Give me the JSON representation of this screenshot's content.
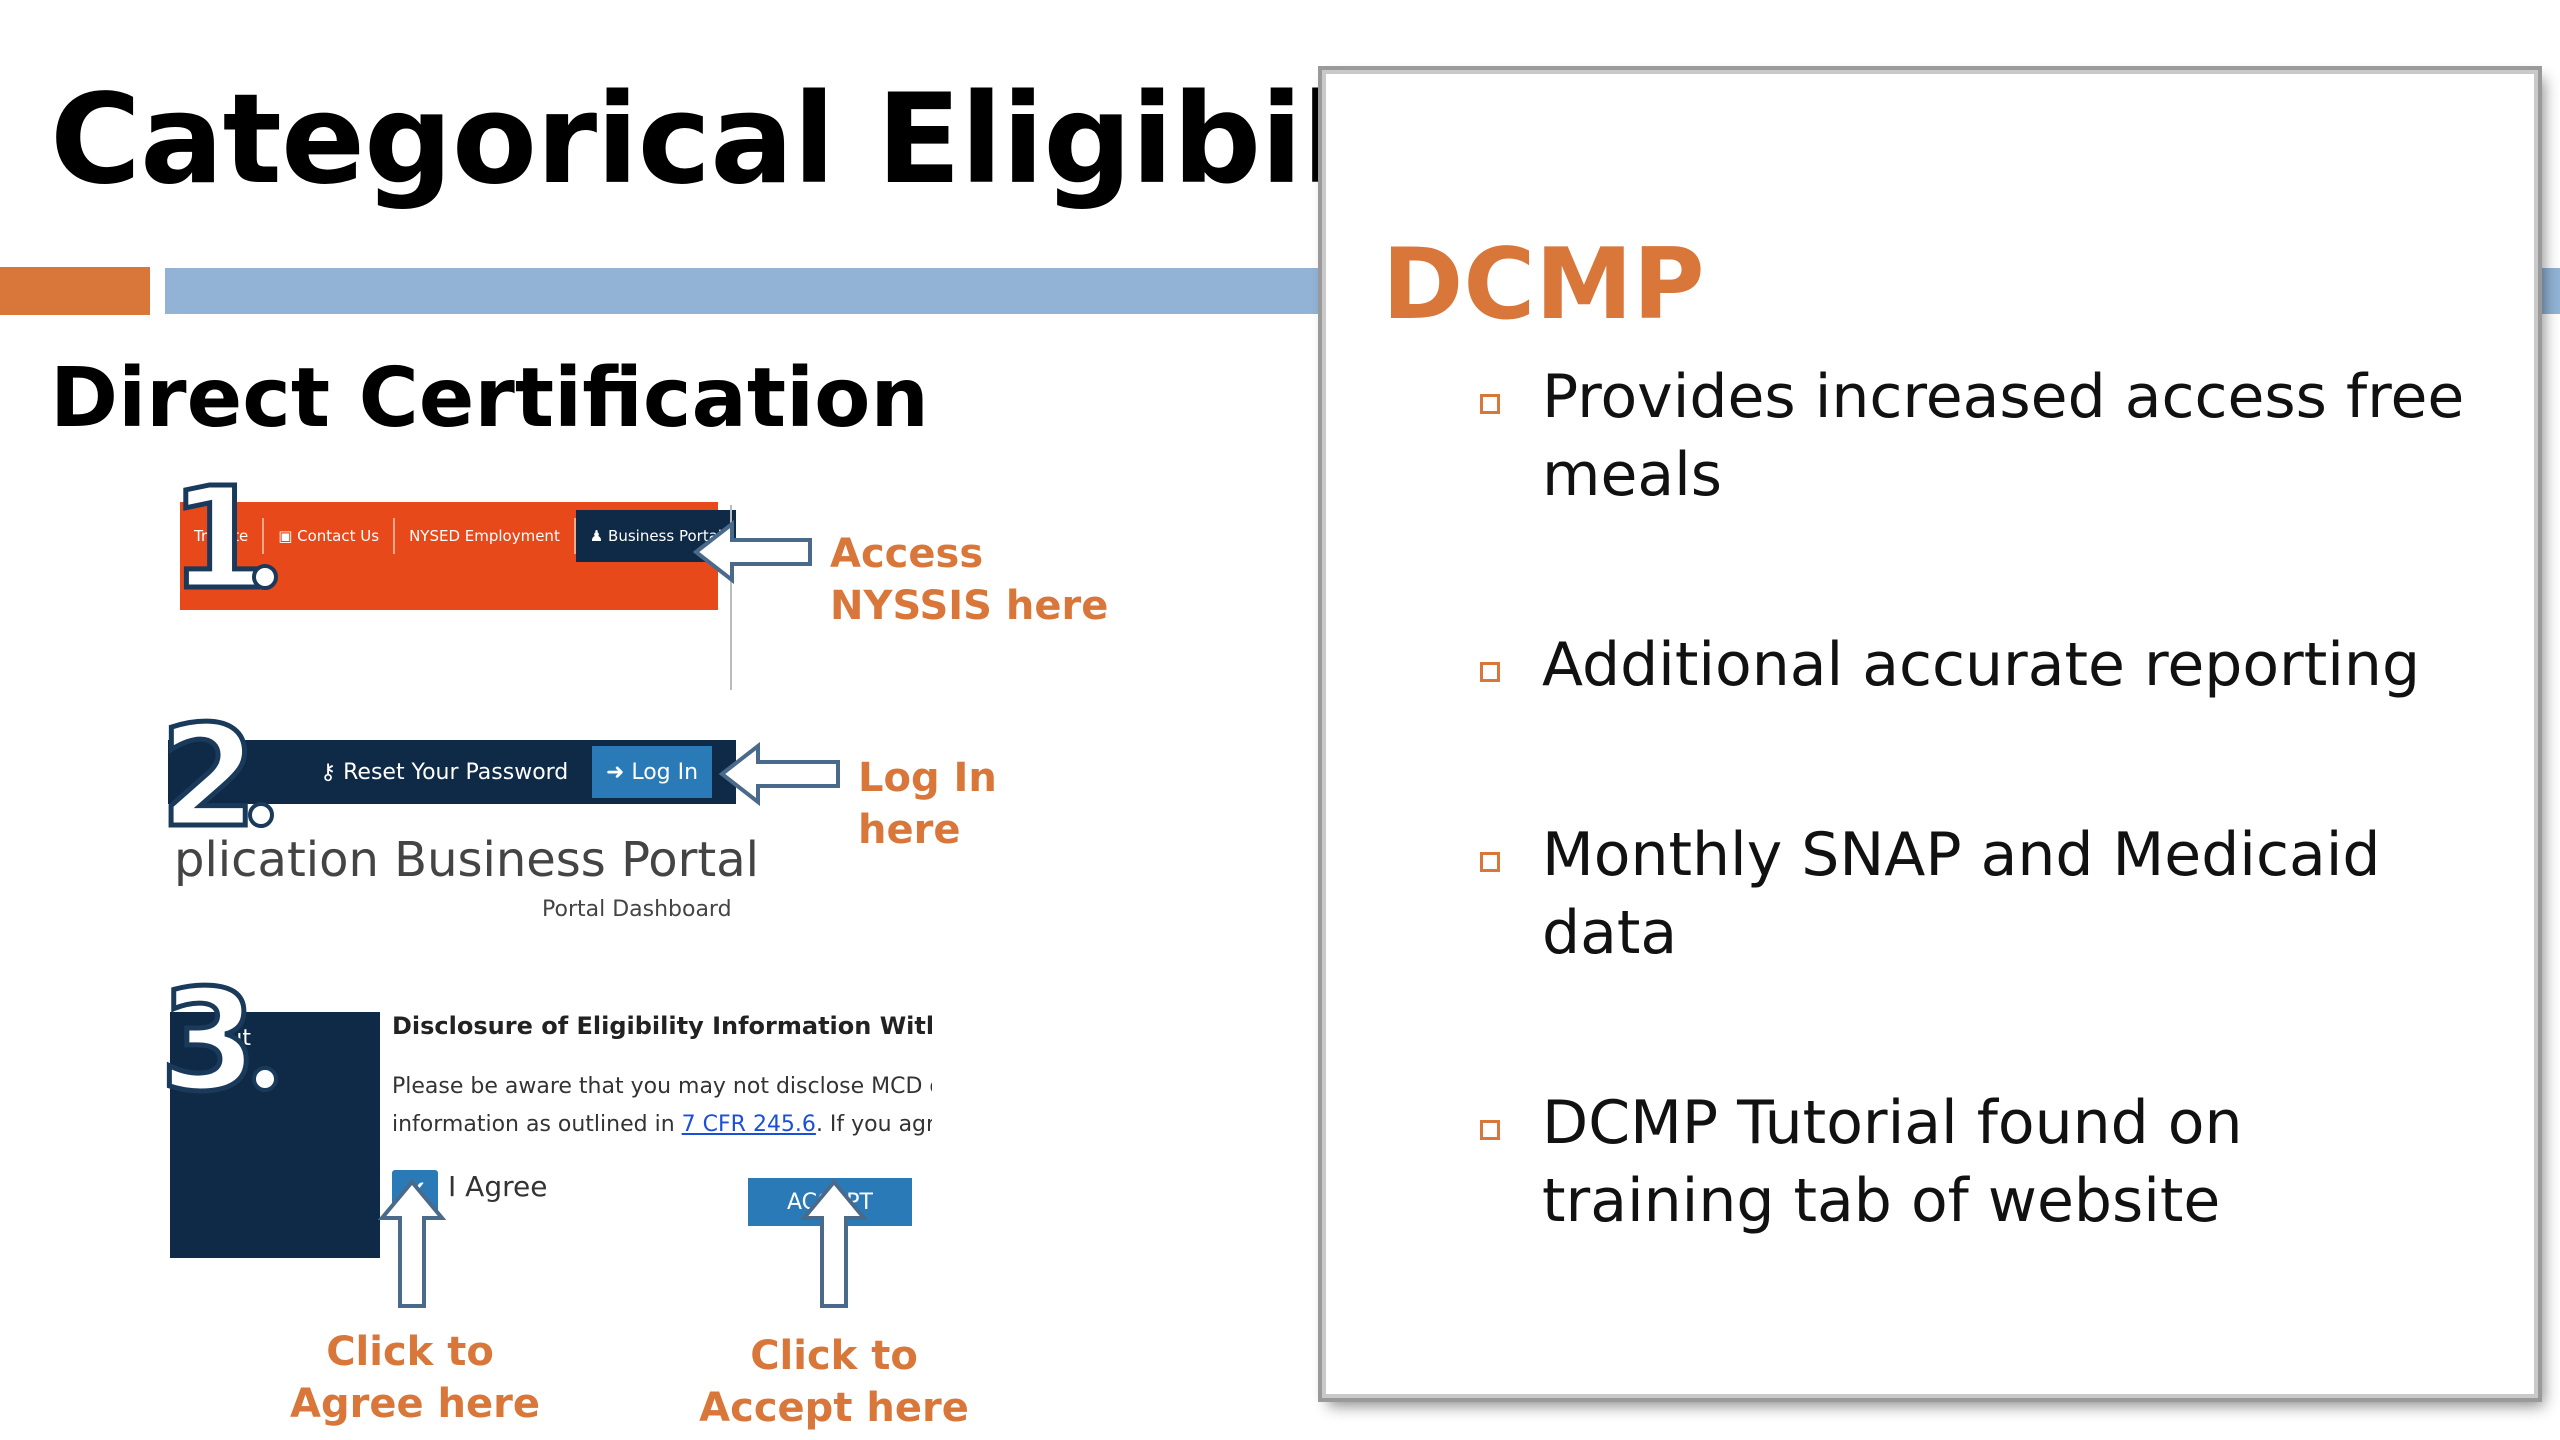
{
  "slide": {
    "title": "Categorical Eligibility",
    "subtitle": "Direct Certification",
    "colors": {
      "accent_orange": "#d9773b",
      "accent_blue": "#93b3d6",
      "navy": "#0e2a47",
      "portal_orange": "#e8491a",
      "button_blue": "#2a7ab8"
    }
  },
  "panel": {
    "title": "DCMP",
    "bullets": [
      {
        "line1": "Provides increased access free",
        "line2": "meals"
      },
      {
        "line1": "Additional accurate reporting",
        "line2": ""
      },
      {
        "line1": "Monthly SNAP and Medicaid",
        "line2": "data"
      },
      {
        "line1": "DCMP Tutorial found on",
        "line2": "training tab of website"
      }
    ]
  },
  "step1": {
    "number": "1",
    "nav_items": [
      "Tr   slate",
      "Contact Us",
      "NYSED Employment"
    ],
    "portal_label": "Business Portal",
    "callout_line1": "Access",
    "callout_line2": "NYSSIS here"
  },
  "step2": {
    "number": "2",
    "reset_label": "Reset Your Password",
    "login_label": "Log In",
    "portal_title": "plication Business Portal",
    "dashboard_label": "Portal Dashboard",
    "callout_line1": "Log In",
    "callout_line2": "here"
  },
  "step3": {
    "number": "3",
    "signout_label": "Si   Out",
    "heading": "Disclosure of Eligibility Information Without P",
    "body_line1": "Please be aware that you may not disclose MCD or P",
    "body_line2_pre": "information as outlined in ",
    "body_link": "7 CFR 245.6",
    "body_line2_post": ". If you agree to",
    "agree_label": "I Agree",
    "accept_label": "ACCEPT",
    "callout_agree_line1": "Click to",
    "callout_agree_line2": "Agree here",
    "callout_accept_line1": "Click to",
    "callout_accept_line2": "Accept here"
  }
}
